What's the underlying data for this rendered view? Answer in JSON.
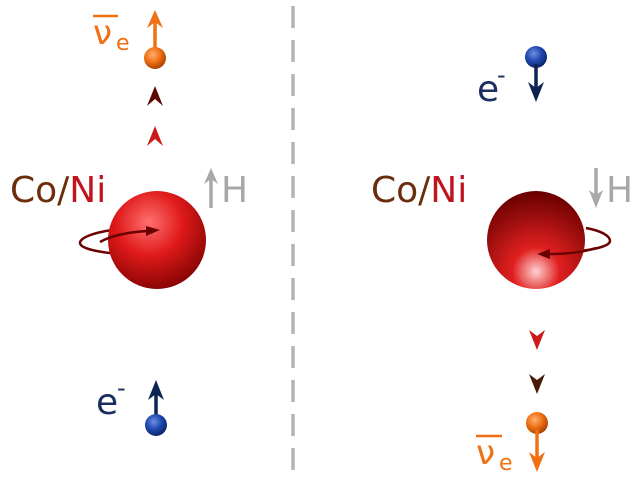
{
  "colors": {
    "neutrino": "#f07014",
    "electron": "#1a3a8a",
    "electron_dark": "#0e2352",
    "nucleus": "#d8191b",
    "nucleus_dark": "#6b0000",
    "co_text": "#6b2d0c",
    "ni_text": "#c0141e",
    "field": "#a8a8a8",
    "divider": "#b0b0b0",
    "arrow_red": "#cc1a1a",
    "arrow_dark": "#5c0a00"
  },
  "icons": {
    "nucleus": "sphere",
    "electron": "small-sphere",
    "neutrino": "small-sphere",
    "spin": "curved-arrow"
  },
  "left": {
    "nu_symbol": "ν",
    "nu_sub": "e",
    "electron_symbol": "e",
    "electron_sup": "-",
    "co": "Co/",
    "ni": "Ni",
    "field": "H"
  },
  "right": {
    "nu_symbol": "ν",
    "nu_sub": "e",
    "electron_symbol": "e",
    "electron_sup": "-",
    "co": "Co/",
    "ni": "Ni",
    "field": "H"
  }
}
